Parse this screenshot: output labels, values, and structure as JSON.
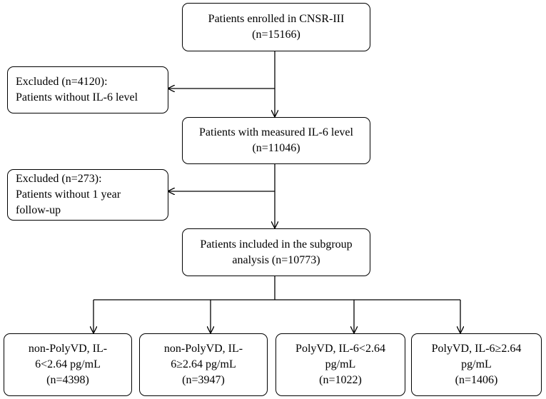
{
  "boxes": {
    "enrolled": {
      "lines": [
        "Patients enrolled in CNSR-III",
        "(n=15166)"
      ]
    },
    "excluded1": {
      "lines": [
        "Excluded (n=4120):",
        "Patients without IL-6 level"
      ]
    },
    "measured": {
      "lines": [
        "Patients with measured IL-6 level",
        "(n=11046)"
      ]
    },
    "excluded2": {
      "lines": [
        "Excluded (n=273):",
        "Patients without 1 year",
        "follow-up"
      ]
    },
    "included": {
      "lines": [
        "Patients included in the subgroup",
        "analysis (n=10773)"
      ]
    },
    "group1": {
      "lines": [
        "non-PolyVD, IL-",
        "6<2.64 pg/mL",
        "(n=4398)"
      ]
    },
    "group2": {
      "lines": [
        "non-PolyVD, IL-",
        "6≥2.64 pg/mL",
        "(n=3947)"
      ]
    },
    "group3": {
      "lines": [
        "PolyVD, IL-6<2.64",
        "pg/mL",
        "(n=1022)"
      ]
    },
    "group4": {
      "lines": [
        "PolyVD, IL-6≥2.64",
        "pg/mL",
        "(n=1406)"
      ]
    }
  }
}
